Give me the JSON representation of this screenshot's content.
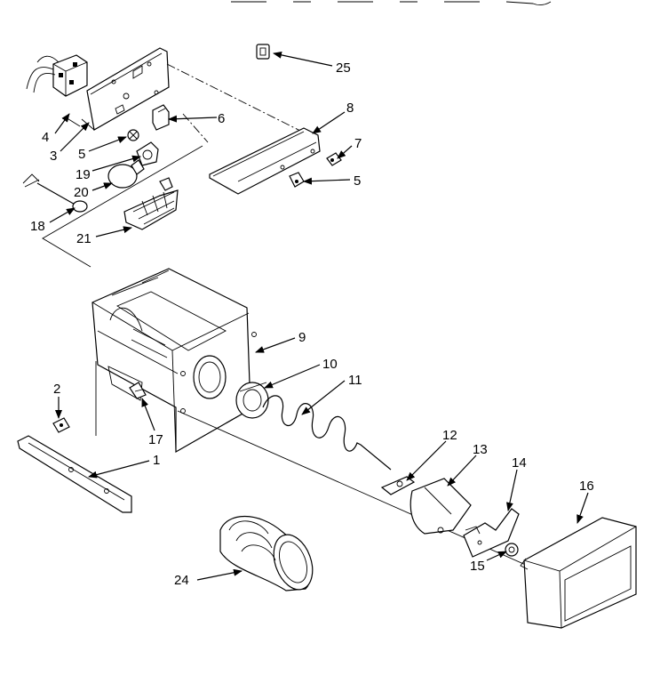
{
  "diagram": {
    "callouts": [
      "25",
      "8",
      "6",
      "7",
      "5",
      "4",
      "3",
      "5",
      "19",
      "20",
      "18",
      "21",
      "9",
      "10",
      "11",
      "2",
      "17",
      "1",
      "12",
      "13",
      "14",
      "16",
      "15",
      "24"
    ]
  },
  "colors": {
    "ink": "#000000",
    "paper": "#ffffff"
  }
}
